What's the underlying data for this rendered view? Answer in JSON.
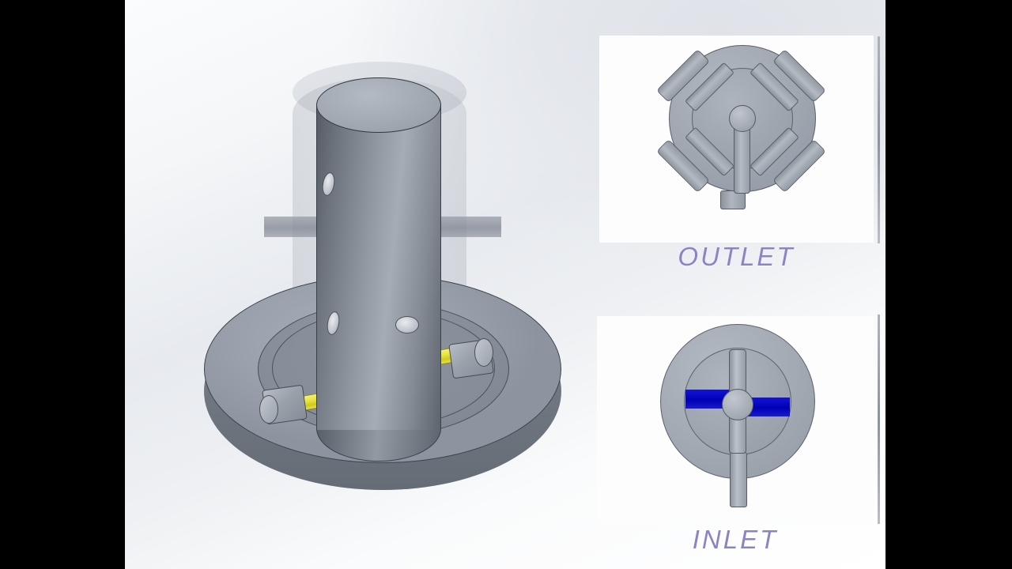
{
  "video": {
    "letterbox_color": "#000000",
    "viewport_background": "#f2f4f7"
  },
  "main_view": {
    "name": "rotary-valve-assembly-isometric",
    "description": "3D isometric CAD view of a rotary selector valve: transparent outer housing, central rotor cylinder with port holes, circular base plate with two yellow spring-loaded pins and gray sliding blocks, and a horizontal cross handle bar.",
    "components": [
      {
        "name": "transparent-housing",
        "color": "#9ba1ab"
      },
      {
        "name": "rotor-cylinder",
        "color": "#9299a3"
      },
      {
        "name": "handle-bar",
        "color": "#868d98"
      },
      {
        "name": "base-plate",
        "color": "#a0a7b1"
      },
      {
        "name": "spring-pin-left",
        "color": "#e8e53e"
      },
      {
        "name": "spring-pin-right",
        "color": "#e8e53e"
      },
      {
        "name": "slider-block-left",
        "color": "#9aa1ab"
      },
      {
        "name": "slider-block-right",
        "color": "#9aa1ab"
      }
    ]
  },
  "panels": [
    {
      "id": "outlet",
      "caption": "OUTLET",
      "caption_color": "#8b84c4",
      "background": "#fdfdfe",
      "description": "Plan view of the valve body showing four radial outlet ports arranged in an X pattern around a central hub, with a single bottom stem port.",
      "port_count": 4,
      "flow_highlight": null
    },
    {
      "id": "inlet",
      "caption": "INLET",
      "caption_color": "#8b84c4",
      "background": "#fdfdfe",
      "description": "Plan view of the valve body showing the rotor cross vane with a horizontal flow channel highlighted in blue, indicating the open inlet path, and a bottom inlet stem.",
      "port_count": 1,
      "flow_highlight": "#0000cc"
    }
  ],
  "colors": {
    "metal_light": "#b4bac3",
    "metal_mid": "#9aa1ab",
    "metal_dark": "#5a606a",
    "spring_yellow": "#e8e53e",
    "flow_blue": "#0000cc",
    "caption_purple": "#8b84c4"
  }
}
